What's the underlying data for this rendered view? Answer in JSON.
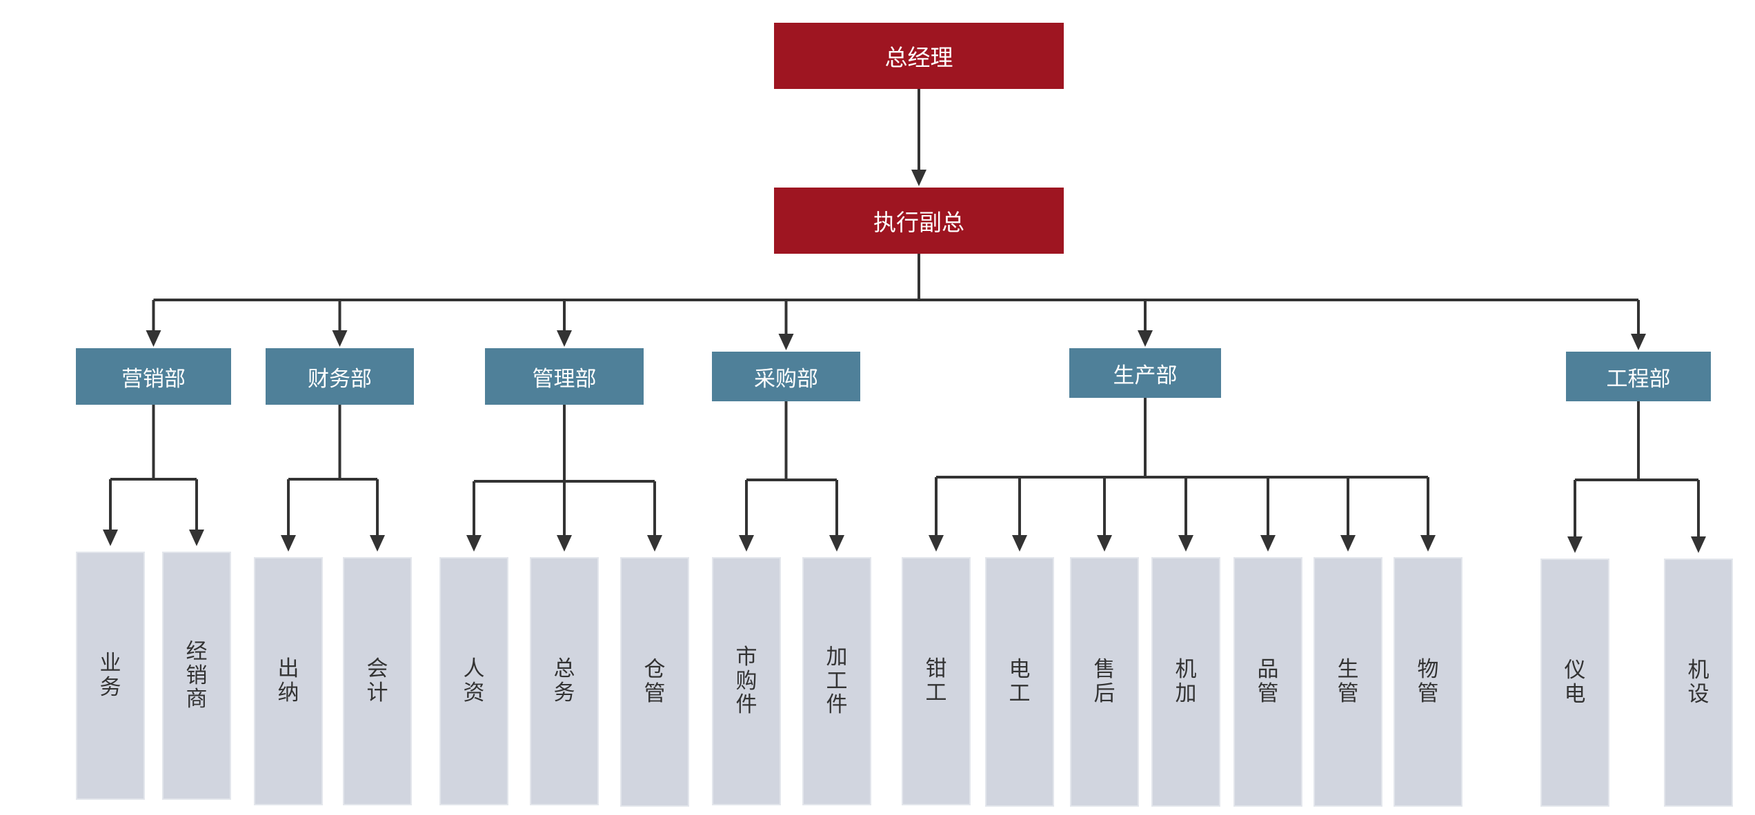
{
  "colors": {
    "executive": "#9e1521",
    "department": "#4f8099",
    "unit": "#d1d5df",
    "connector": "#333333"
  },
  "org": {
    "gm": "总经理",
    "evp": "执行副总",
    "departments": [
      {
        "key": "marketing",
        "label": "营销部",
        "units": [
          "业务",
          "经销商"
        ]
      },
      {
        "key": "finance",
        "label": "财务部",
        "units": [
          "出纳",
          "会计"
        ]
      },
      {
        "key": "management",
        "label": "管理部",
        "units": [
          "人资",
          "总务",
          "仓管"
        ]
      },
      {
        "key": "purchasing",
        "label": "采购部",
        "units": [
          "市购件",
          "加工件"
        ]
      },
      {
        "key": "production",
        "label": "生产部",
        "units": [
          "钳工",
          "电工",
          "售后",
          "机加",
          "品管",
          "生管",
          "物管"
        ]
      },
      {
        "key": "engineering",
        "label": "工程部",
        "units": [
          "仪电",
          "机设"
        ]
      }
    ]
  }
}
